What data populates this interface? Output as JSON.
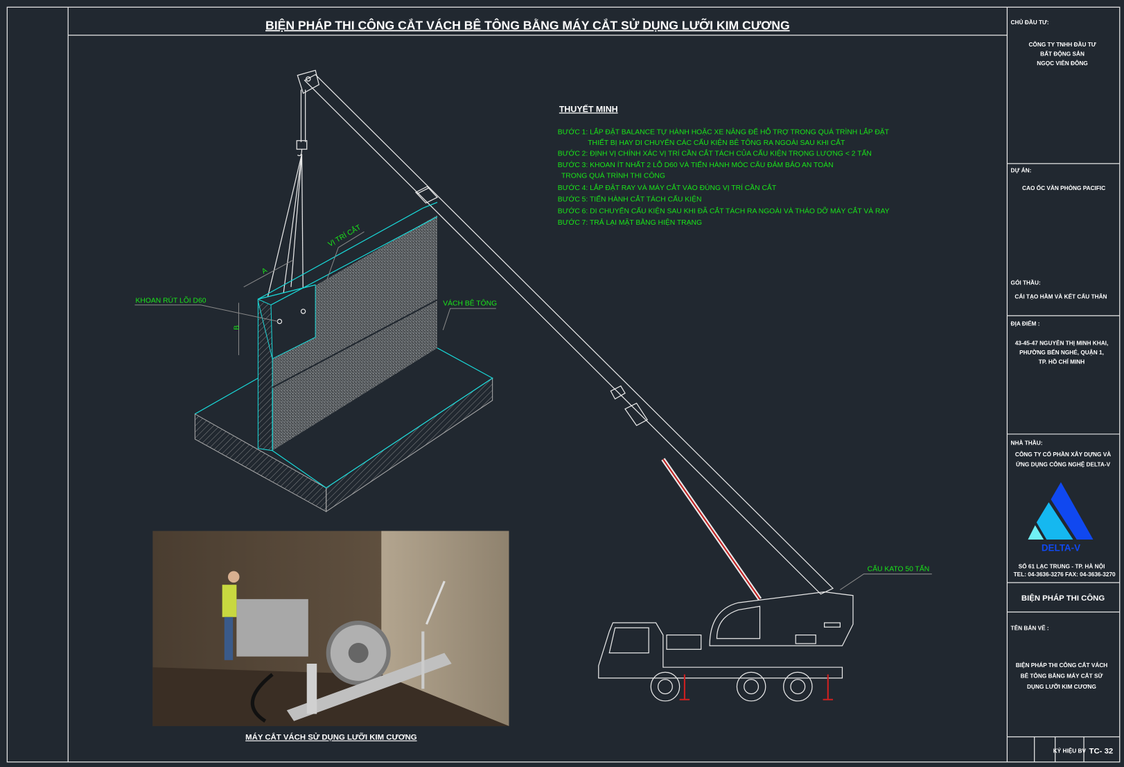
{
  "drawing": {
    "title": "BIỆN PHÁP THI CÔNG CẮT VÁCH BÊ TÔNG BẰNG MÁY CẮT SỬ DỤNG LƯỠI KIM CƯƠNG",
    "notes_heading": "THUYẾT MINH",
    "notes": [
      "BƯỚC 1: LẮP ĐẶT BALANCE TỰ HÀNH HOẶC XE NÂNG ĐỂ HỖ TRỢ TRONG QUÁ TRÌNH LẮP ĐẶT",
      "THIẾT BỊ HAY DI CHUYỂN CÁC CẤU KIỆN BÊ TÔNG RA NGOÀI SAU KHI CẮT",
      "BƯỚC 2: ĐỊNH VỊ CHÍNH XÁC VỊ TRÍ CẦN CẮT TÁCH CỦA CẤU KIỆN TRỌNG LƯỢNG < 2 TẤN",
      "BƯỚC 3: KHOAN ÍT NHẤT 2 LỖ D60 VÀ TIẾN HÀNH MÓC CẨU ĐẢM BẢO AN TOÀN",
      "TRONG QUÁ TRÌNH THI CÔNG",
      "BƯỚC 4: LẮP ĐẶT RAY VÀ MÁY CẮT VÀO ĐÚNG VỊ TRÍ CẦN CẮT",
      "BƯỚC 5: TIẾN HÀNH CẮT TÁCH CẤU KIỆN",
      "BƯỚC 6: DI CHUYỂN CẤU KIỆN SAU KHI ĐÃ CẮT TÁCH RA NGOÀI VÀ THÁO DỠ MÁY CẮT VÀ RAY",
      "BƯỚC 7: TRẢ LẠI MẶT BẰNG HIỆN TRẠNG"
    ],
    "labels": {
      "cut_position": "VỊ TRÍ CẮT",
      "core_drill": "KHOAN RÚT LÕI D60",
      "concrete_wall": "VÁCH BÊ TÔNG",
      "dim_a": "A",
      "dim_b": "B",
      "crane": "CẨU KATO 50 TẤN",
      "photo_caption": "MÁY CẮT VÁCH SỬ DỤNG LƯỠI KIM CƯƠNG"
    }
  },
  "title_block": {
    "owner_label": "CHỦ ĐẦU TƯ:",
    "owner": [
      "CÔNG TY TNHH ĐẦU TƯ",
      "BẤT ĐỘNG SẢN",
      "NGỌC VIỄN ĐÔNG"
    ],
    "project_label": "DỰ ÁN:",
    "project": "CAO ỐC VĂN PHÒNG PACIFIC",
    "package_label": "GÓI THẦU:",
    "package": "CẢI TẠO HẦM VÀ KẾT CẤU THÂN",
    "location_label": "ĐỊA ĐIỂM :",
    "location": [
      "43-45-47 NGUYỄN THỊ MINH KHAI,",
      "PHƯỜNG BẾN NGHÉ, QUẬN 1,",
      "TP. HỒ CHÍ MINH"
    ],
    "contractor_label": "NHÀ THẦU:",
    "contractor": [
      "CÔNG TY CỔ PHẦN XÂY DỰNG VÀ",
      "ỨNG DỤNG CÔNG NGHỆ DELTA-V"
    ],
    "logo_text": "DELTA-V",
    "address": "SỐ 61 LẠC TRUNG - TP. HÀ NỘI",
    "contact": "TEL: 04-3636-3276    FAX: 04-3636-3270",
    "section_title": "BIỆN PHÁP THI CÔNG",
    "sheet_name_label": "TÊN BẢN VẼ :",
    "sheet_name": [
      "BIỆN PHÁP THI CÔNG CẮT VÁCH",
      "BÊ TÔNG BẰNG MÁY CẮT SỬ",
      "DỤNG LƯỠI KIM CƯƠNG"
    ],
    "sheet_code_label": "KÝ HIỆU BV",
    "sheet_code": "TC- 32"
  },
  "colors": {
    "background": "#212830",
    "annotation": "#19e619",
    "outline": "#19d6d6",
    "logo_blue": "#1048f0",
    "logo_light": "#15b8f0",
    "logo_cyan": "#70f0f5"
  }
}
